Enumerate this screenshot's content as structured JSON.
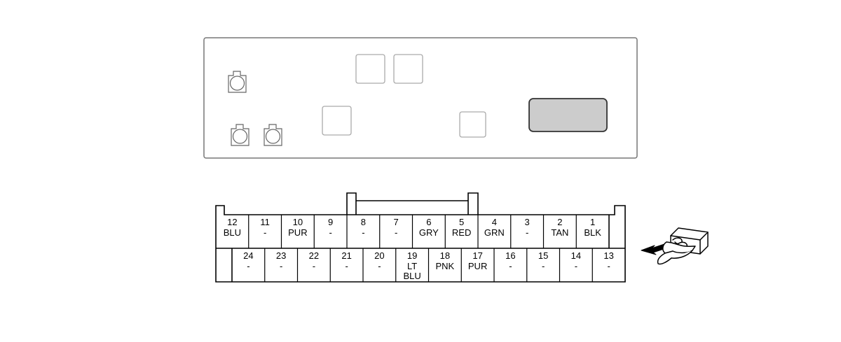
{
  "connector": {
    "top_row": [
      {
        "pin": "12",
        "color": [
          "BLU"
        ]
      },
      {
        "pin": "11",
        "color": [
          "-"
        ]
      },
      {
        "pin": "10",
        "color": [
          "PUR"
        ]
      },
      {
        "pin": "9",
        "color": [
          "-"
        ]
      },
      {
        "pin": "8",
        "color": [
          "-"
        ]
      },
      {
        "pin": "7",
        "color": [
          "-"
        ]
      },
      {
        "pin": "6",
        "color": [
          "GRY"
        ]
      },
      {
        "pin": "5",
        "color": [
          "RED"
        ]
      },
      {
        "pin": "4",
        "color": [
          "GRN"
        ]
      },
      {
        "pin": "3",
        "color": [
          "-"
        ]
      },
      {
        "pin": "2",
        "color": [
          "TAN"
        ]
      },
      {
        "pin": "1",
        "color": [
          "BLK"
        ]
      }
    ],
    "bottom_row": [
      {
        "pin": "24",
        "color": [
          "-"
        ]
      },
      {
        "pin": "23",
        "color": [
          "-"
        ]
      },
      {
        "pin": "22",
        "color": [
          "-"
        ]
      },
      {
        "pin": "21",
        "color": [
          "-"
        ]
      },
      {
        "pin": "20",
        "color": [
          "-"
        ]
      },
      {
        "pin": "19",
        "color": [
          "LT",
          "BLU"
        ]
      },
      {
        "pin": "18",
        "color": [
          "PNK"
        ]
      },
      {
        "pin": "17",
        "color": [
          "PUR"
        ]
      },
      {
        "pin": "16",
        "color": [
          "-"
        ]
      },
      {
        "pin": "15",
        "color": [
          "-"
        ]
      },
      {
        "pin": "14",
        "color": [
          "-"
        ]
      },
      {
        "pin": "13",
        "color": [
          "-"
        ]
      }
    ]
  },
  "colors": {
    "stroke": "#000000",
    "panel_stroke": "#777777",
    "light_stroke": "#aaaaaa",
    "display_fill": "#cccccc"
  },
  "icons": [
    "hand-pointing-icon"
  ]
}
